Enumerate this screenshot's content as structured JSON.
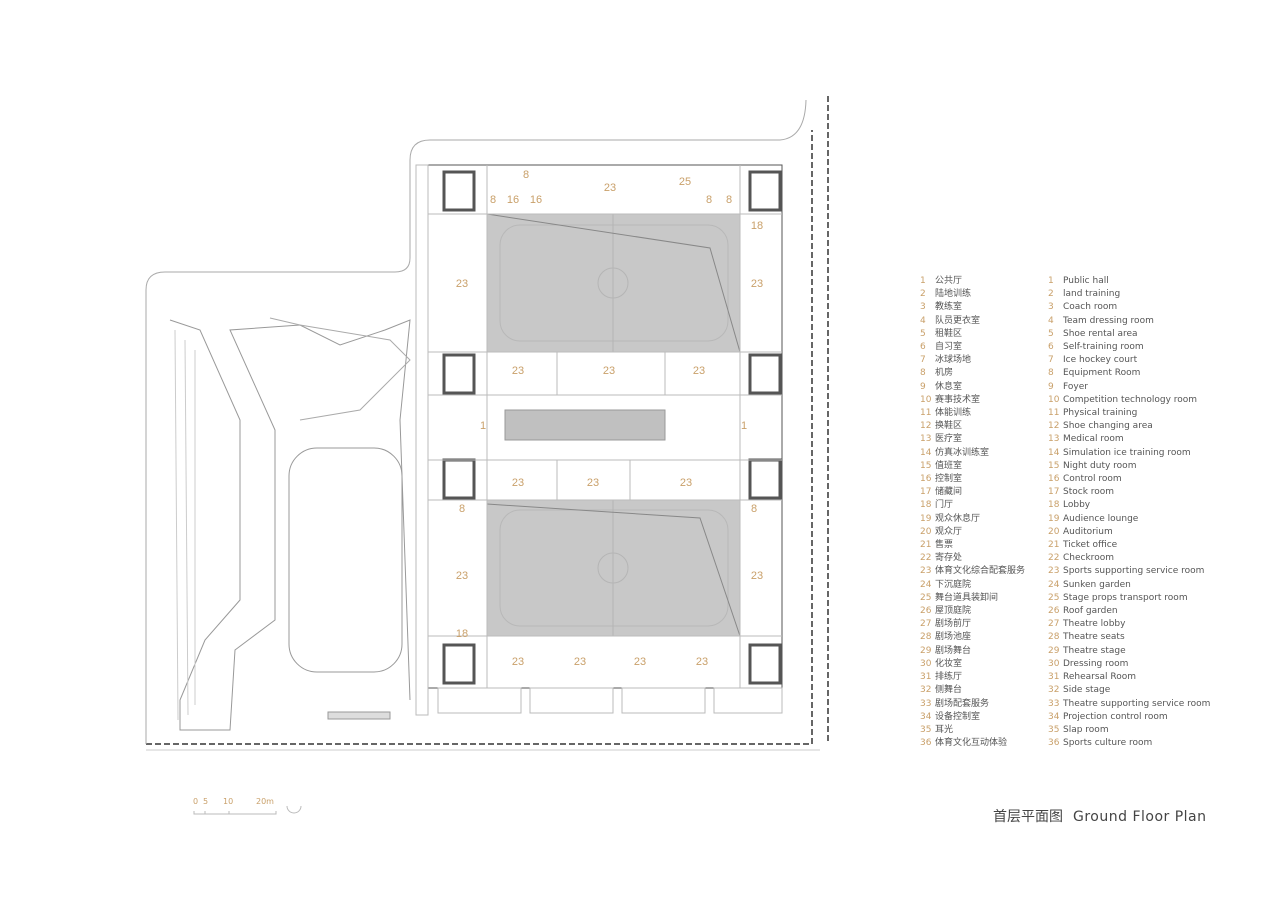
{
  "plan": {
    "room_labels": [
      "8",
      "23",
      "25",
      "8",
      "16",
      "16",
      "8",
      "8",
      "18",
      "23",
      "23",
      "23",
      "23",
      "23",
      "1",
      "1",
      "23",
      "23",
      "23",
      "8",
      "8",
      "23",
      "23",
      "18",
      "23",
      "23",
      "23",
      "23"
    ],
    "colors": {
      "label": "#c9a06a",
      "rink": "#c8c8c8",
      "lines": "#777777"
    }
  },
  "legend": {
    "chinese": [
      {
        "n": "1",
        "t": "公共厅"
      },
      {
        "n": "2",
        "t": "陆地训练"
      },
      {
        "n": "3",
        "t": "教练室"
      },
      {
        "n": "4",
        "t": "队员更衣室"
      },
      {
        "n": "5",
        "t": "租鞋区"
      },
      {
        "n": "6",
        "t": "自习室"
      },
      {
        "n": "7",
        "t": "冰球场地"
      },
      {
        "n": "8",
        "t": "机房"
      },
      {
        "n": "9",
        "t": "休息室"
      },
      {
        "n": "10",
        "t": "赛事技术室"
      },
      {
        "n": "11",
        "t": "体能训练"
      },
      {
        "n": "12",
        "t": "换鞋区"
      },
      {
        "n": "13",
        "t": "医疗室"
      },
      {
        "n": "14",
        "t": "仿真冰训练室"
      },
      {
        "n": "15",
        "t": "值班室"
      },
      {
        "n": "16",
        "t": "控制室"
      },
      {
        "n": "17",
        "t": "储藏间"
      },
      {
        "n": "18",
        "t": "门厅"
      },
      {
        "n": "19",
        "t": "观众休息厅"
      },
      {
        "n": "20",
        "t": "观众厅"
      },
      {
        "n": "21",
        "t": "售票"
      },
      {
        "n": "22",
        "t": "寄存处"
      },
      {
        "n": "23",
        "t": "体育文化综合配套服务"
      },
      {
        "n": "24",
        "t": "下沉庭院"
      },
      {
        "n": "25",
        "t": "舞台道具装卸间"
      },
      {
        "n": "26",
        "t": "屋顶庭院"
      },
      {
        "n": "27",
        "t": "剧场前厅"
      },
      {
        "n": "28",
        "t": "剧场池座"
      },
      {
        "n": "29",
        "t": "剧场舞台"
      },
      {
        "n": "30",
        "t": "化妆室"
      },
      {
        "n": "31",
        "t": "排练厅"
      },
      {
        "n": "32",
        "t": "侧舞台"
      },
      {
        "n": "33",
        "t": "剧场配套服务"
      },
      {
        "n": "34",
        "t": "设备控制室"
      },
      {
        "n": "35",
        "t": "耳光"
      },
      {
        "n": "36",
        "t": "体育文化互动体验"
      }
    ],
    "english": [
      {
        "n": "1",
        "t": "Public hall"
      },
      {
        "n": "2",
        "t": "land training"
      },
      {
        "n": "3",
        "t": "Coach room"
      },
      {
        "n": "4",
        "t": "Team dressing room"
      },
      {
        "n": "5",
        "t": "Shoe rental area"
      },
      {
        "n": "6",
        "t": "Self-training room"
      },
      {
        "n": "7",
        "t": "Ice hockey court"
      },
      {
        "n": "8",
        "t": "Equipment Room"
      },
      {
        "n": "9",
        "t": "Foyer"
      },
      {
        "n": "10",
        "t": "Competition technology room"
      },
      {
        "n": "11",
        "t": "Physical training"
      },
      {
        "n": "12",
        "t": "Shoe changing area"
      },
      {
        "n": "13",
        "t": "Medical room"
      },
      {
        "n": "14",
        "t": "Simulation ice training room"
      },
      {
        "n": "15",
        "t": "Night duty room"
      },
      {
        "n": "16",
        "t": "Control room"
      },
      {
        "n": "17",
        "t": "Stock room"
      },
      {
        "n": "18",
        "t": "Lobby"
      },
      {
        "n": "19",
        "t": "Audience lounge"
      },
      {
        "n": "20",
        "t": "Auditorium"
      },
      {
        "n": "21",
        "t": "Ticket office"
      },
      {
        "n": "22",
        "t": "Checkroom"
      },
      {
        "n": "23",
        "t": "Sports supporting service room"
      },
      {
        "n": "24",
        "t": "Sunken garden"
      },
      {
        "n": "25",
        "t": "Stage props transport room"
      },
      {
        "n": "26",
        "t": "Roof garden"
      },
      {
        "n": "27",
        "t": "Theatre lobby"
      },
      {
        "n": "28",
        "t": "Theatre seats"
      },
      {
        "n": "29",
        "t": "Theatre stage"
      },
      {
        "n": "30",
        "t": "Dressing room"
      },
      {
        "n": "31",
        "t": "Rehearsal Room"
      },
      {
        "n": "32",
        "t": "Side stage"
      },
      {
        "n": "33",
        "t": "Theatre supporting service room"
      },
      {
        "n": "34",
        "t": "Projection control room"
      },
      {
        "n": "35",
        "t": "Slap room"
      },
      {
        "n": "36",
        "t": "Sports culture room"
      }
    ]
  },
  "scale_bar": {
    "ticks": [
      "0",
      "5",
      "10",
      "20m"
    ]
  },
  "title": {
    "chinese": "首层平面图",
    "english": "Ground Floor Plan"
  }
}
